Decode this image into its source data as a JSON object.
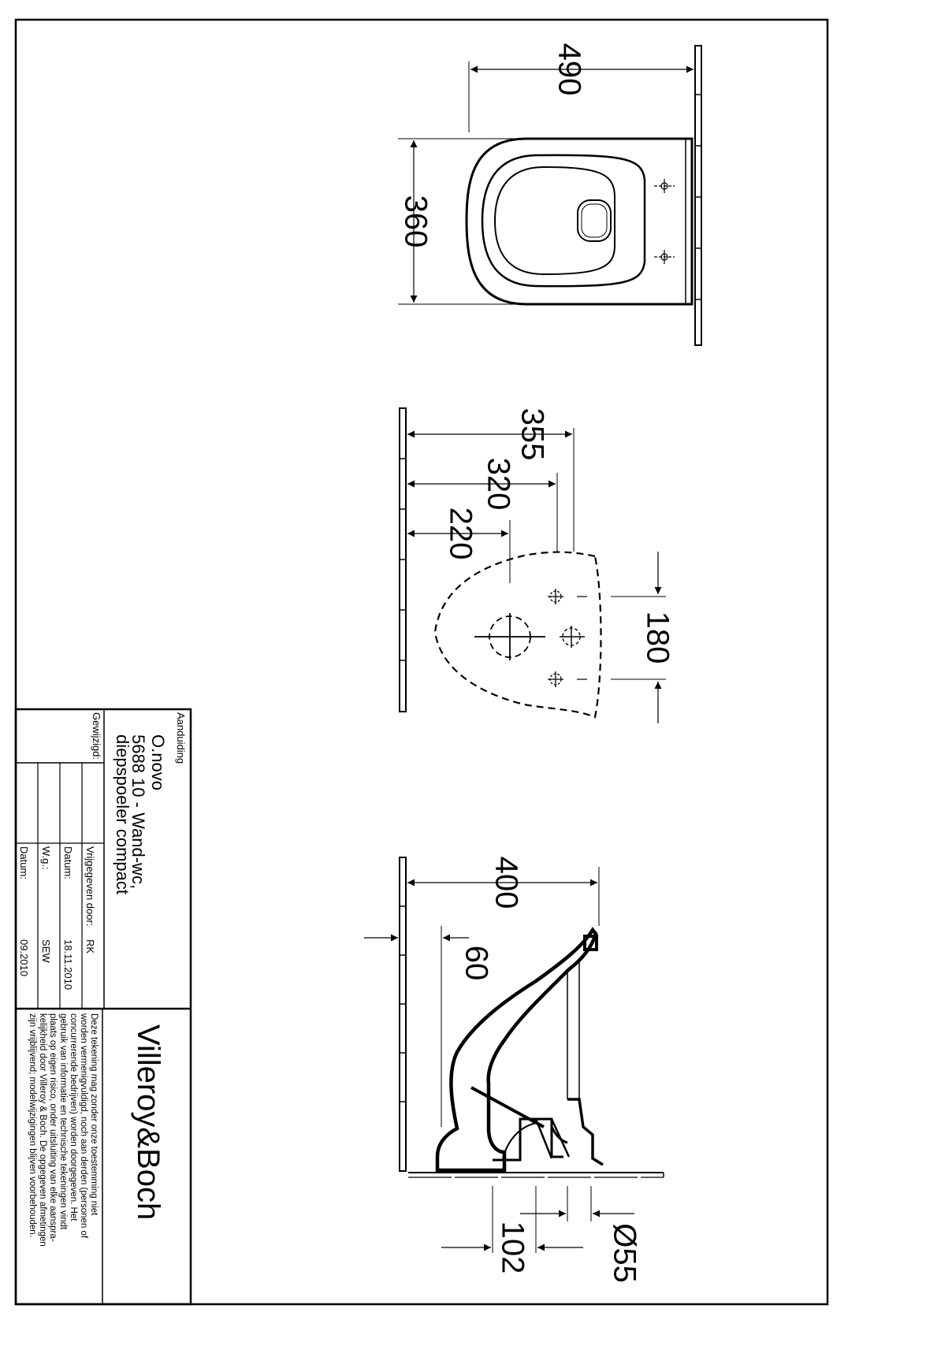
{
  "dimensions": {
    "top_view_depth": "490",
    "top_view_width": "360",
    "mount_355": "355",
    "mount_320": "320",
    "mount_220": "220",
    "mount_180": "180",
    "side_depth": "400",
    "side_60": "60",
    "side_102": "102",
    "side_diameter": "Ø55"
  },
  "title_block": {
    "aanduiding_label": "Aanduiding",
    "product_name": "O.novo",
    "product_line1": "5688 10 - Wand-wc,",
    "product_line2": "diepspoeler compact",
    "gewijzigd_label": "Gewijzigd:",
    "vrijgegeven_label": "Vrijgegeven door:",
    "vrijgegeven_value": "RK",
    "datum1_label": "Datum:",
    "datum1_value": "18.11.2010",
    "wg_label": "W.g.:",
    "wg_value": "SEW",
    "datum2_label": "Datum:",
    "datum2_value": "09.2010",
    "brand": "Villeroy&Boch",
    "disclaimer": [
      "Deze tekening mag zonder onze toestemming niet",
      "worden vermenigvuldigd, noch aan derden  (personen of",
      "concurrerende bedrijven) worden doorgegeven. Het",
      "gebruik van informatie en technische tekeningen  vindt",
      "plaats op eigen risico, onder uitsluiting van elke aanspra-",
      "kelijkheid door Villeroy & Boch. De opgegeven afmetingen",
      "zijn vrijblijvend; modelwijzigingen blijven voorbehouden."
    ]
  }
}
